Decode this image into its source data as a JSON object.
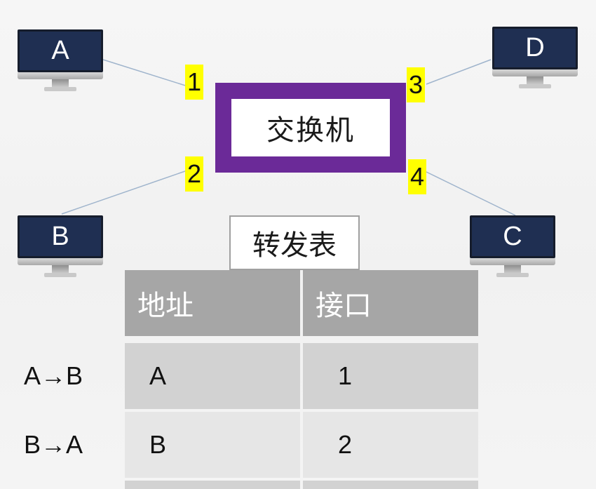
{
  "hosts": {
    "a": "A",
    "b": "B",
    "c": "C",
    "d": "D"
  },
  "switch_label": "交换机",
  "ports": [
    "1",
    "2",
    "3",
    "4"
  ],
  "forwarding_table": {
    "title": "转发表",
    "headers": {
      "address": "地址",
      "port": "接口"
    },
    "rows": [
      {
        "label": "A→B",
        "address": "A",
        "port": "1"
      },
      {
        "label": "B→A",
        "address": "B",
        "port": "2"
      }
    ]
  },
  "colors": {
    "switch_border": "#6b2a98",
    "port_tag": "#ffff00",
    "monitor_screen": "#1f2f52",
    "table_header": "#a6a6a6",
    "table_row_1": "#d2d2d2",
    "table_row_2": "#e6e6e6",
    "link_line": "#9fb4cc"
  }
}
